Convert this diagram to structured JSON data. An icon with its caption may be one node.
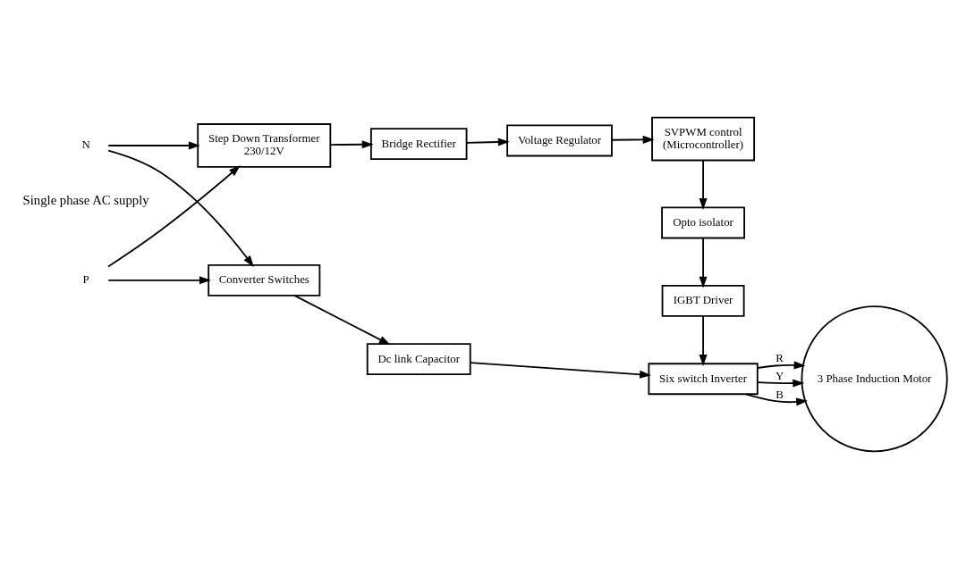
{
  "diagram": {
    "nodes": [
      {
        "text": [
          "P"
        ]
      },
      {
        "text": [
          "N"
        ]
      },
      {
        "text": [
          "Converter Switches"
        ]
      },
      {
        "text": [
          "Dc link Capacitor"
        ]
      },
      {
        "text": [
          "Six switch Inverter"
        ]
      },
      {
        "text": [
          "3 Phase Induction Motor"
        ]
      },
      {
        "text": [
          "IGBT Driver"
        ]
      },
      {
        "text": [
          "Opto isolator"
        ]
      },
      {
        "text": [
          "SVPWM control",
          "(Microcontroller)"
        ]
      },
      {
        "text": [
          "Step Down Transformer",
          "230/12V"
        ]
      },
      {
        "text": [
          "Bridge Rectifier"
        ]
      },
      {
        "text": [
          "Voltage Regulator"
        ]
      }
    ],
    "edges": [
      {
        "from": 0,
        "to": 2,
        "arrow": "to"
      },
      {
        "from": 1,
        "to": 2,
        "arrow": "to"
      },
      {
        "from": 0,
        "to": 9,
        "arrow": "to"
      },
      {
        "from": 1,
        "to": 9,
        "arrow": "to"
      },
      {
        "from": 2,
        "to": 3,
        "arrow": "to"
      },
      {
        "from": 3,
        "to": 4,
        "arrow": "to"
      },
      {
        "from": 4,
        "to": 5,
        "arrow": "to",
        "label": "R"
      },
      {
        "from": 4,
        "to": 5,
        "arrow": "to",
        "label": "Y"
      },
      {
        "from": 4,
        "to": 5,
        "arrow": "to",
        "label": "B"
      },
      {
        "from": 9,
        "to": 10,
        "arrow": "to"
      },
      {
        "from": 10,
        "to": 11,
        "arrow": "to"
      },
      {
        "from": 11,
        "to": 8,
        "arrow": "to"
      },
      {
        "from": 8,
        "to": 7,
        "arrow": "to"
      },
      {
        "from": 7,
        "to": 6,
        "arrow": "to"
      },
      {
        "from": 6,
        "to": 4,
        "arrow": "to"
      }
    ],
    "labels": [
      "Single phase AC supply"
    ]
  }
}
